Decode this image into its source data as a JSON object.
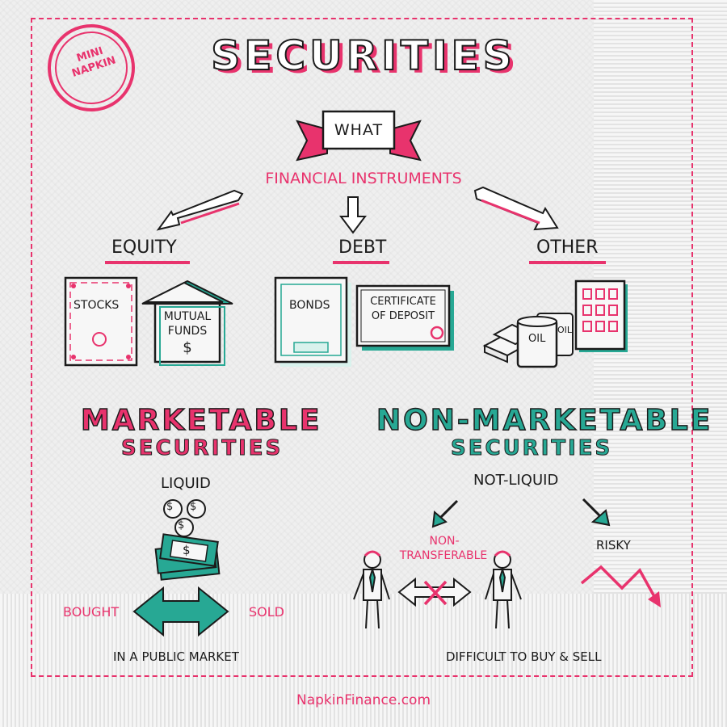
{
  "stamp": {
    "line1": "MINI",
    "line2": "NAPKIN"
  },
  "title": "SECURITIES",
  "what_banner": "WHAT",
  "financial_instruments": "FINANCIAL INSTRUMENTS",
  "categories": {
    "equity": {
      "label": "EQUITY",
      "items": [
        "STOCKS",
        "MUTUAL",
        "FUNDS",
        "$"
      ]
    },
    "debt": {
      "label": "DEBT",
      "items": [
        "BONDS",
        "CERTIFICATE",
        "OF DEPOSIT"
      ]
    },
    "other": {
      "label": "OTHER",
      "items": [
        "OIL",
        "OIL"
      ]
    }
  },
  "marketable": {
    "title": "MARKETABLE",
    "subtitle": "SECURITIES",
    "liquid": "LIQUID",
    "bought": "BOUGHT",
    "sold": "SOLD",
    "caption": "IN A PUBLIC MARKET"
  },
  "non_marketable": {
    "title": "NON-MARKETABLE",
    "subtitle": "SECURITIES",
    "not_liquid": "NOT-LIQUID",
    "non_transferable_1": "NON-",
    "non_transferable_2": "TRANSFERABLE",
    "risky": "RISKY",
    "caption": "DIFFICULT TO BUY & SELL"
  },
  "footer": "NapkinFinance.com",
  "colors": {
    "accent_pink": "#e8336d",
    "accent_teal": "#27a894",
    "ink": "#1b1b1b"
  }
}
